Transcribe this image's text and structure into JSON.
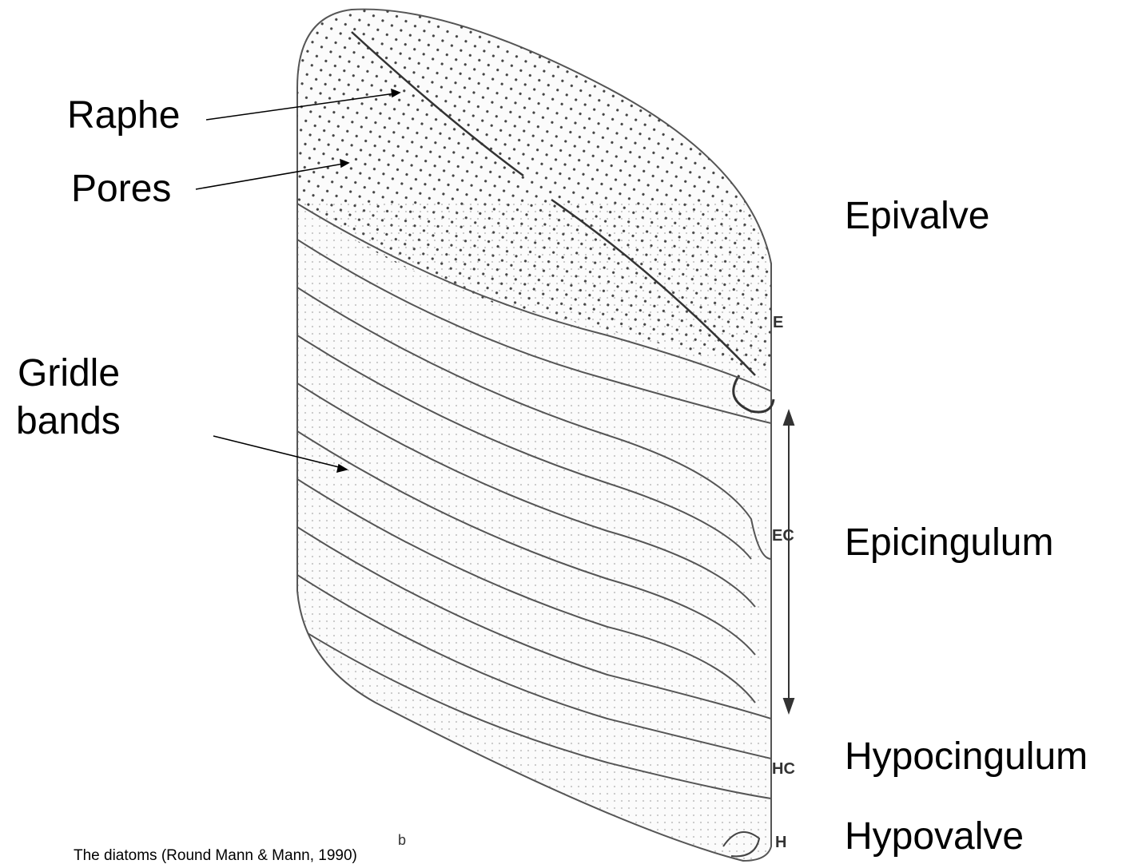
{
  "labels": {
    "raphe": "Raphe",
    "pores": "Pores",
    "girdle_line1": "Gridle",
    "girdle_line2": "bands",
    "epivalve": "Epivalve",
    "epicingulum": "Epicingulum",
    "hypocingulum": "Hypocingulum",
    "hypovalve": "Hypovalve"
  },
  "figure_letters": {
    "e": "E",
    "ec": "EC",
    "hc": "HC",
    "h": "H",
    "panel": "b"
  },
  "caption": "The diatoms (Round Mann & Mann, 1990)",
  "colors": {
    "ink": "#000000",
    "drawing": "#555555",
    "dots": "#444444"
  }
}
